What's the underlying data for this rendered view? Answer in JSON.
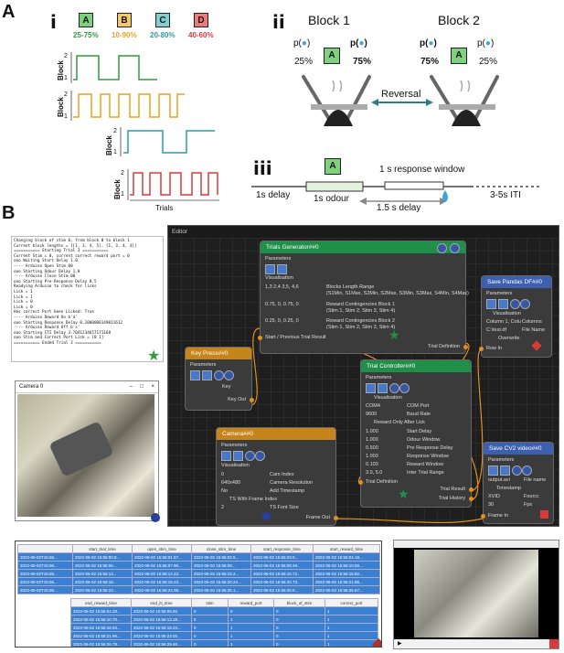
{
  "panel_a": {
    "letter": "A",
    "i": {
      "label": "i",
      "blocks": [
        {
          "name": "A",
          "range": "25-75%",
          "color": "#2e9e3a",
          "fill": "#7ed27e"
        },
        {
          "name": "B",
          "range": "10-90%",
          "color": "#e8a31f",
          "fill": "#f4c864"
        },
        {
          "name": "C",
          "range": "20-80%",
          "color": "#2a9e9e",
          "fill": "#7fd1d1"
        },
        {
          "name": "D",
          "range": "40-60%",
          "color": "#d83a3a",
          "fill": "#ef7a7a"
        }
      ],
      "y_label": "Block",
      "y_ticks": [
        "2",
        "1"
      ],
      "x_label": "Trials"
    },
    "ii": {
      "label": "ii",
      "block1_title": "Block 1",
      "block2_title": "Block 2",
      "p_left": "p(",
      "p_close": ")",
      "b1_left_pct": "25%",
      "b1_right_pct": "75%",
      "b2_left_pct": "75%",
      "b2_right_pct": "25%",
      "cue": "A",
      "reversal": "Reversal"
    },
    "iii": {
      "label": "iii",
      "cue": "A",
      "response_window": "1 s response window",
      "delay1": "1s delay",
      "odour": "1s odour",
      "delay2": "1.5 s delay",
      "iti": "3-5s ITI"
    }
  },
  "panel_b": {
    "letter": "B",
    "console_lines": [
      "Changing block of stim 0, from block 0 to block 1",
      "Current block lengths = [[1, 3, 4, 5], [1, 3, 4, 4]]",
      "=========== Starting Trial 3 ===========",
      "Current Stim = 0, current correct reward port = 0",
      "ooo Waiting Start Delay 1.0",
      "---- Arduino Open Stim 00",
      "ooo Starting Odour Delay 1.0",
      "---- Arduino Close Stim 00",
      "ooo Starting Pre-Response Delay 0.5",
      "Readying Arduino to check for licks",
      "Lick = 1",
      "Lick = 1",
      "Lick = 0",
      "Lick = 0",
      "Has correct Port been Licked: True",
      "---- Arduino Reward On b'a'",
      "ooo Starting Response Delay 0.1000000149011612",
      "---- Arduino Reward Off b's'",
      "ooo Starting ITI Delay 3.7041234657171168",
      "ooo Stim and Correct Port Lick = [0 1]",
      "=========== Ended Trial 3 ==========="
    ],
    "camera_window_title": "Camera 0",
    "editor": {
      "title": "Editor",
      "trials_generator": {
        "title": "Trials Generator##0",
        "parameters": "Parameters",
        "visualisation": "Visualisation",
        "blocks_value": "1,3 2,4 3,5, 4,6",
        "blocks_label": "Blocks Length Range",
        "blocks_sub": "(S1Min, S1Max, S2Min, S2Max, S3Min, S3Max, S4Min, S4Max)",
        "rc1_value": "0.75, 0, 0.75, 0",
        "rc1_label": "Reward Contingencies Block 1",
        "rc1_sub": "(Stim 1, Stim 2, Stim 3, Stim 4)",
        "rc2_value": "0.25, 0, 0.25, 0",
        "rc2_label": "Reward Contingencies Block 2",
        "rc2_sub": "(Stim 1, Stim 2, Stim 3, Stim 4)",
        "in_port": "Start / Previous Trial Result",
        "out_port": "Trial Definition"
      },
      "key_press": {
        "title": "Key Press##0",
        "parameters": "Parameters",
        "key_label": "Key",
        "out_port": "Key Out"
      },
      "camera": {
        "title": "Camera##0",
        "parameters": "Parameters",
        "visualisation": "Visualisation",
        "cam_index_value": "0",
        "cam_index_label": "Cam Index",
        "resolution_value": "640x480",
        "resolution_label": "Camera Resolution",
        "timestamp_value": "No",
        "timestamp_label": "Add Timestamp",
        "ts_frame_label": "TS With Frame Index",
        "font_value": "2",
        "font_label": "TS Font Size",
        "out_port": "Frame Out"
      },
      "trial_controller": {
        "title": "Trial Controller##0",
        "parameters": "Parameters",
        "visualisation": "Visualisation",
        "com_value": "COM4",
        "com_label": "COM Port",
        "baud_value": "9600",
        "baud_label": "Baud Rate",
        "reward_only": "Reward Only After Lick",
        "params": [
          {
            "value": "1.000",
            "label": "Start Delay"
          },
          {
            "value": "1.000",
            "label": "Odour Window"
          },
          {
            "value": "0.500",
            "label": "Pre Response Delay"
          },
          {
            "value": "1.000",
            "label": "Response Window"
          },
          {
            "value": "0.100",
            "label": "Reward Window"
          },
          {
            "value": "3.0, 5.0",
            "label": "Inter Trial Range"
          }
        ],
        "in_port": "Trial Definition",
        "out_result": "Trial Result",
        "out_history": "Trial History"
      },
      "save_pandas": {
        "title": "Save Pandas DF##0",
        "parameters": "Parameters",
        "visualisation": "Visualisation",
        "columns_value": "Column 1, Colu",
        "columns_label": "Columns",
        "file_value": "C:\\test.df",
        "file_label": "File Name",
        "overwrite": "Overwrite",
        "in_port": "Row In"
      },
      "save_video": {
        "title": "Save CV2 video##0",
        "parameters": "Parameters",
        "file_value": "output.avi",
        "file_label": "File name",
        "timestamp": "Timestamp",
        "fourcc_value": "XVID",
        "fourcc_label": "Fourcc",
        "fps_value": "30",
        "fps_label": "Fps",
        "in_port": "Frame In"
      }
    },
    "table1": {
      "headers": [
        "",
        "start_trial_time",
        "open_stim_time",
        "close_stim_time",
        "start_response_time",
        "start_reward_time"
      ],
      "rows": [
        [
          "2022-06-02T15:56...",
          "2022-06-02 15:56:00.8...",
          "2022-06-02 15:56:01.57...",
          "2022-06-02 15:56:02.5...",
          "2022-06-02 15:56:03.0...",
          "2022-06-02 15:56:04.18..."
        ],
        [
          "2022-06-02T15:56...",
          "2022-06-02 15:56:06...",
          "2022-06-02 15:56:07.98...",
          "2022-06-02 15:56:08...",
          "2022-06-02 15:56:09.49...",
          "2022-06-02 15:56:10.59..."
        ],
        [
          "2022-06-02T15:56...",
          "2022-06-02 15:56:13...",
          "2022-06-02 15:56:14.22...",
          "2022-06-02 15:56:15.2...",
          "2022-06-02 15:56:15.72...",
          "2022-06-02 15:56:16.82..."
        ],
        [
          "2022-06-02T15:56...",
          "2022-06-02 15:56:18...",
          "2022-06-02 15:56:19.23...",
          "2022-06-02 15:56:20.24...",
          "2022-06-02 15:56:20.73...",
          "2022-06-02 15:56:21.85..."
        ],
        [
          "2022-06-02T15:56...",
          "2022-06-02 15:56:23...",
          "2022-06-02 15:56:24.08...",
          "2022-06-02 15:56:25.1...",
          "2022-06-02 15:56:25.5...",
          "2022-06-02 15:56:26.67..."
        ]
      ]
    },
    "table2": {
      "headers": [
        "end_reward_time",
        "end_iti_time",
        "stim",
        "reward_port",
        "block_of_stim",
        "correct_port"
      ],
      "rows": [
        [
          "2022-06-02 15:56:04.28...",
          "2022-06-02 15:56:06.92",
          "0",
          "0",
          "0",
          "1"
        ],
        [
          "2022-06-02 15:56:10.70...",
          "2022-06-02 15:56:13.18...",
          "0",
          "1",
          "0",
          "1"
        ],
        [
          "2022-06-02 15:56:16.93...",
          "2022-06-02 15:56:18.23...",
          "0",
          "1",
          "0",
          "1"
        ],
        [
          "2022-06-02 15:56:21.96...",
          "2022-06-02 15:56:23.02...",
          "0",
          "1",
          "0",
          "1"
        ],
        [
          "2022-06-02 15:56:26.78...",
          "2022-06-02 15:56:29.46...",
          "0",
          "1",
          "0",
          "1"
        ]
      ]
    }
  },
  "colors": {
    "green": "#2e9e3a",
    "orange": "#e8a31f",
    "teal": "#2a9e9e",
    "red": "#d83a3a",
    "arrow_teal": "#2b7d86",
    "water": "#3ba7d8"
  }
}
